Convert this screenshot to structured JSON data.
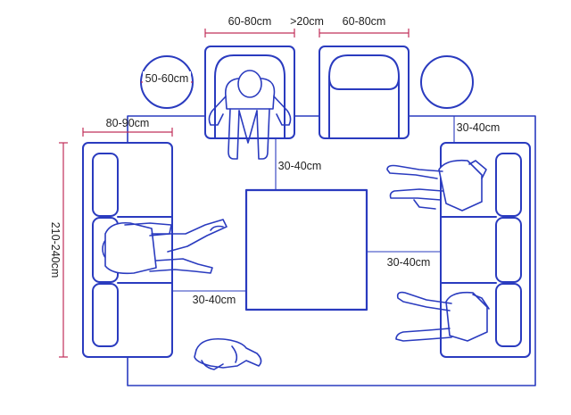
{
  "colors": {
    "outline": "#2a3bbf",
    "dimension": "#c0305a",
    "label": "#222222",
    "background": "#ffffff"
  },
  "labels": {
    "armchair_width_left": "60-80cm",
    "armchair_gap": ">20cm",
    "armchair_width_right": "60-80cm",
    "side_table_diameter": "50-60cm",
    "sofa_depth": "80-90cm",
    "right_sofa_to_table_top": "30-40cm",
    "armchair_to_table": "30-40cm",
    "sofa_length": "210-240cm",
    "table_to_right_sofa": "30-40cm",
    "left_sofa_to_table": "30-40cm"
  },
  "icons": {
    "dog": "sleeping-dog-icon",
    "person_armchair": "seated-person-icon",
    "person_left_sofa": "reclining-person-icon",
    "person_right_sofa_top": "seated-person-icon",
    "person_right_sofa_bottom": "seated-person-icon"
  }
}
